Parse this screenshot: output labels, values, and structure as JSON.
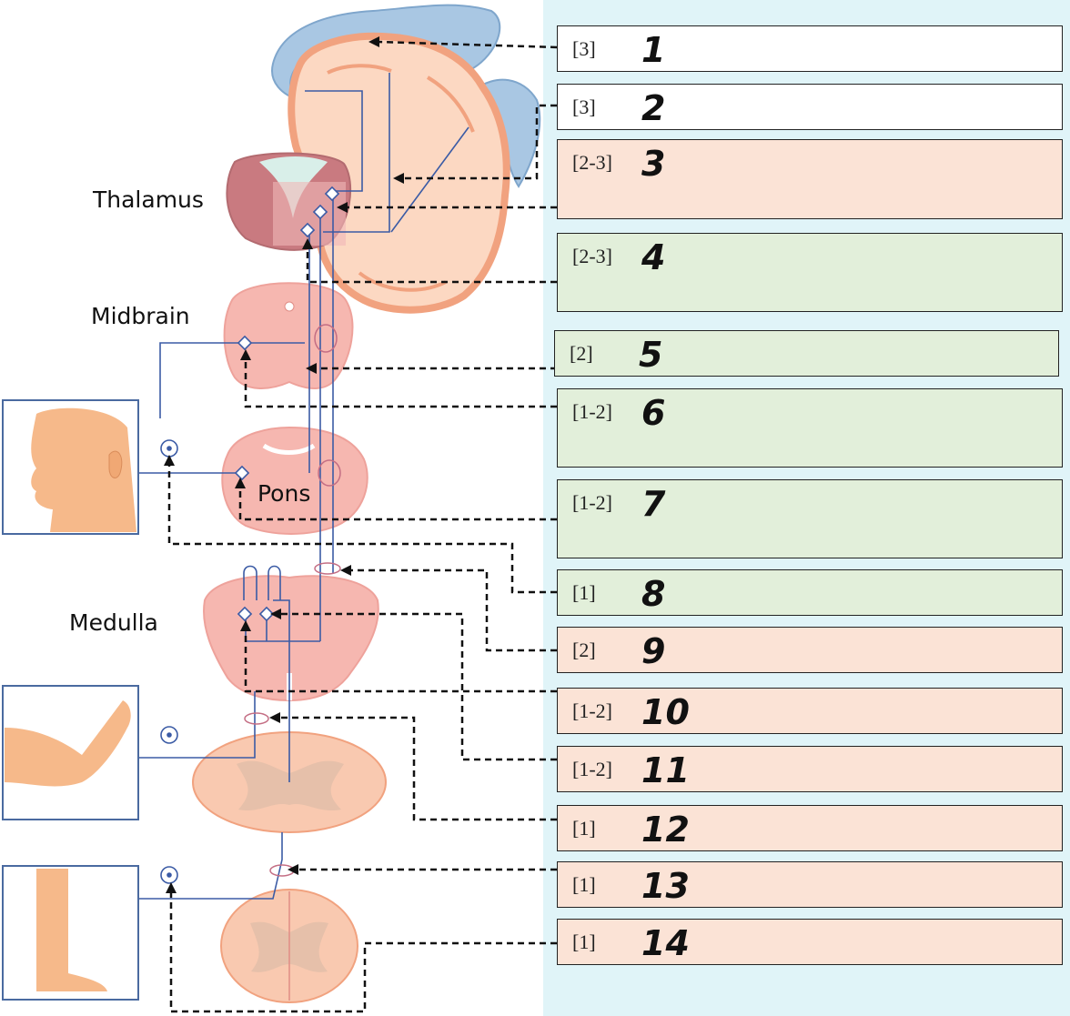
{
  "labels": {
    "thalamus": "Thalamus",
    "midbrain": "Midbrain",
    "pons": "Pons",
    "medulla": "Medulla"
  },
  "answer_boxes": [
    {
      "marks": "[3]",
      "number": "1",
      "fill": "#ffffff"
    },
    {
      "marks": "[3]",
      "number": "2",
      "fill": "#ffffff"
    },
    {
      "marks": "[2-3]",
      "number": "3",
      "fill": "#fbe3d6"
    },
    {
      "marks": "[2-3]",
      "number": "4",
      "fill": "#e2efda"
    },
    {
      "marks": "[2]",
      "number": "5",
      "fill": "#e2efda"
    },
    {
      "marks": "[1-2]",
      "number": "6",
      "fill": "#e2efda"
    },
    {
      "marks": "[1-2]",
      "number": "7",
      "fill": "#e2efda"
    },
    {
      "marks": "[1]",
      "number": "8",
      "fill": "#e2efda"
    },
    {
      "marks": "[2]",
      "number": "9",
      "fill": "#fbe3d6"
    },
    {
      "marks": "[1-2]",
      "number": "10",
      "fill": "#fbe3d6"
    },
    {
      "marks": "[1-2]",
      "number": "11",
      "fill": "#fbe3d6"
    },
    {
      "marks": "[1]",
      "number": "12",
      "fill": "#fbe3d6"
    },
    {
      "marks": "[1]",
      "number": "13",
      "fill": "#fbe3d6"
    },
    {
      "marks": "[1]",
      "number": "14",
      "fill": "#fbe3d6"
    }
  ],
  "colors": {
    "panel_background": "#e0f4f8",
    "cortex": "#f1a27f",
    "meninges": "#a9c7e3",
    "brainstem": "#f6b7b0",
    "spinal_cord": "#f9c9b0",
    "nerve_line": "#3b5ba5",
    "skin": "#f6b98a"
  }
}
